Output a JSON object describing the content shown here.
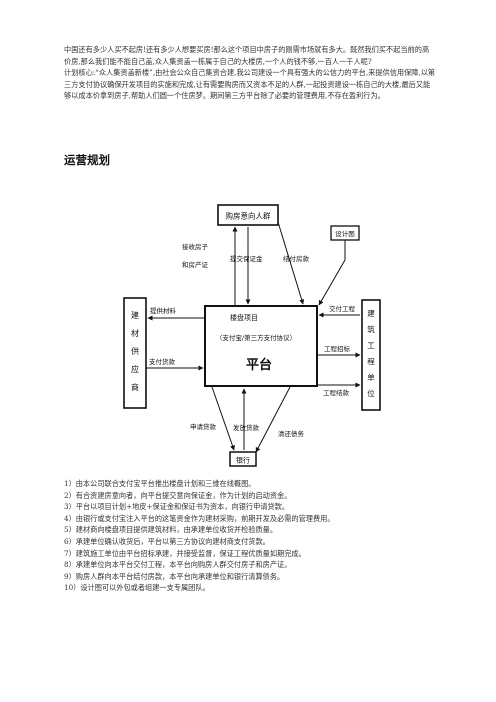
{
  "intro": {
    "p1": "中国还有多少人买不起房!还有多少人想要买房!那么这个项目中房子的刚需市场就有多大。既然我们买不起当前的高价房,那么我们能不能自己盖,众人集资盖一栋属于自己的大楼房,一个人的钱不够,一百人一千人呢?",
    "p2": "计划核心:“众人集资盖新楼”,由社会公众自己集资合建,我公司建设一个具有强大的公信力的平台,来提供信用保障,以第三方支付协议确保开发项目的实施和完成,让有需要购房而又资本不足的人群,一起投资建设一栋自己的大楼,最后又能够以成本价拿到房子,帮助人们圆一个住房梦。期间第三方平台除了必要的管理费用,不存在盈利行为。"
  },
  "section": {
    "title": "运营规划"
  },
  "diagram": {
    "buyers": "购房意向人群",
    "design": "设计图",
    "supplier": [
      "建",
      "材",
      "供",
      "应",
      "商"
    ],
    "construction": [
      "建",
      "筑",
      "工",
      "程",
      "单",
      "位"
    ],
    "platform": {
      "project": "楼盘项目",
      "agreement": "（支付宝/第三方支付协议）",
      "name": "平台"
    },
    "bank": "银行",
    "labels": {
      "receive_house_1": "接收房子",
      "receive_house_2": "和房产证",
      "deposit": "提交保证金",
      "final_payment": "结付房款",
      "supply_material": "提供材料",
      "pay_goods": "支付货款",
      "deliver_project": "交付工程",
      "tender": "工程招标",
      "pay_project": "工程结款",
      "apply_loan": "申请贷款",
      "issue_loan": "发放贷款",
      "clear_debt": "清还债务"
    }
  },
  "steps": [
    "1）由本公司联合支付宝平台推出楼盘计划和三维在线概图。",
    "2）有合资建房意向者，向平台提交意向保证金，作为计划的启动资金。",
    "3）平台以项目计划+地皮+保证金和保证书为资本，向银行申请贷款。",
    "4）由银行或支付宝注入平台的这笔资金作为建材采购，前期开发及必需的管理费用。",
    "5）建材商向楼盘项目提供建筑材料，由承建单位收货并检验质量。",
    "6）承建单位确认收货后，平台以第三方协议向建材商支付货款。",
    "7）建筑施工单位由平台招标承建，并接受监督，保证工程优质量如期完成。",
    "8）承建单位向本平台交付工程，本平台向购房人群交付房子和房产证。",
    "9）购房人群向本平台结付房款，本平台向承建单位和银行清算债务。",
    "10）设计图可以外包或者组建一支专属团队。"
  ]
}
